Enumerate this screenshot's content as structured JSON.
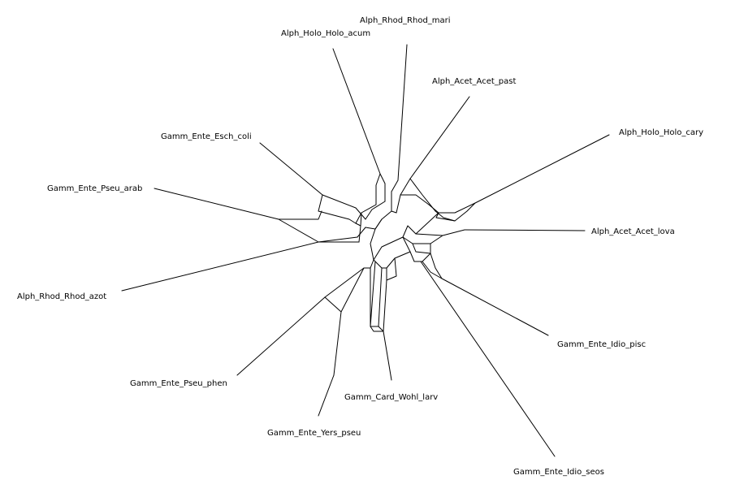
{
  "network": {
    "line_color": "#000000",
    "background": "#ffffff",
    "taxa": [
      "Alph_Rhod_Rhod_mari",
      "Alph_Holo_Holo_acum",
      "Alph_Acet_Acet_past",
      "Alph_Holo_Holo_cary",
      "Alph_Acet_Acet_lova",
      "Gamm_Ente_Esch_coli",
      "Gamm_Ente_Pseu_arab",
      "Alph_Rhod_Rhod_azot",
      "Gamm_Ente_Pseu_phen",
      "Gamm_Ente_Yers_pseu",
      "Gamm_Card_Wohl_larv",
      "Gamm_Ente_Idio_pisc",
      "Gamm_Ente_Idio_seos"
    ]
  }
}
